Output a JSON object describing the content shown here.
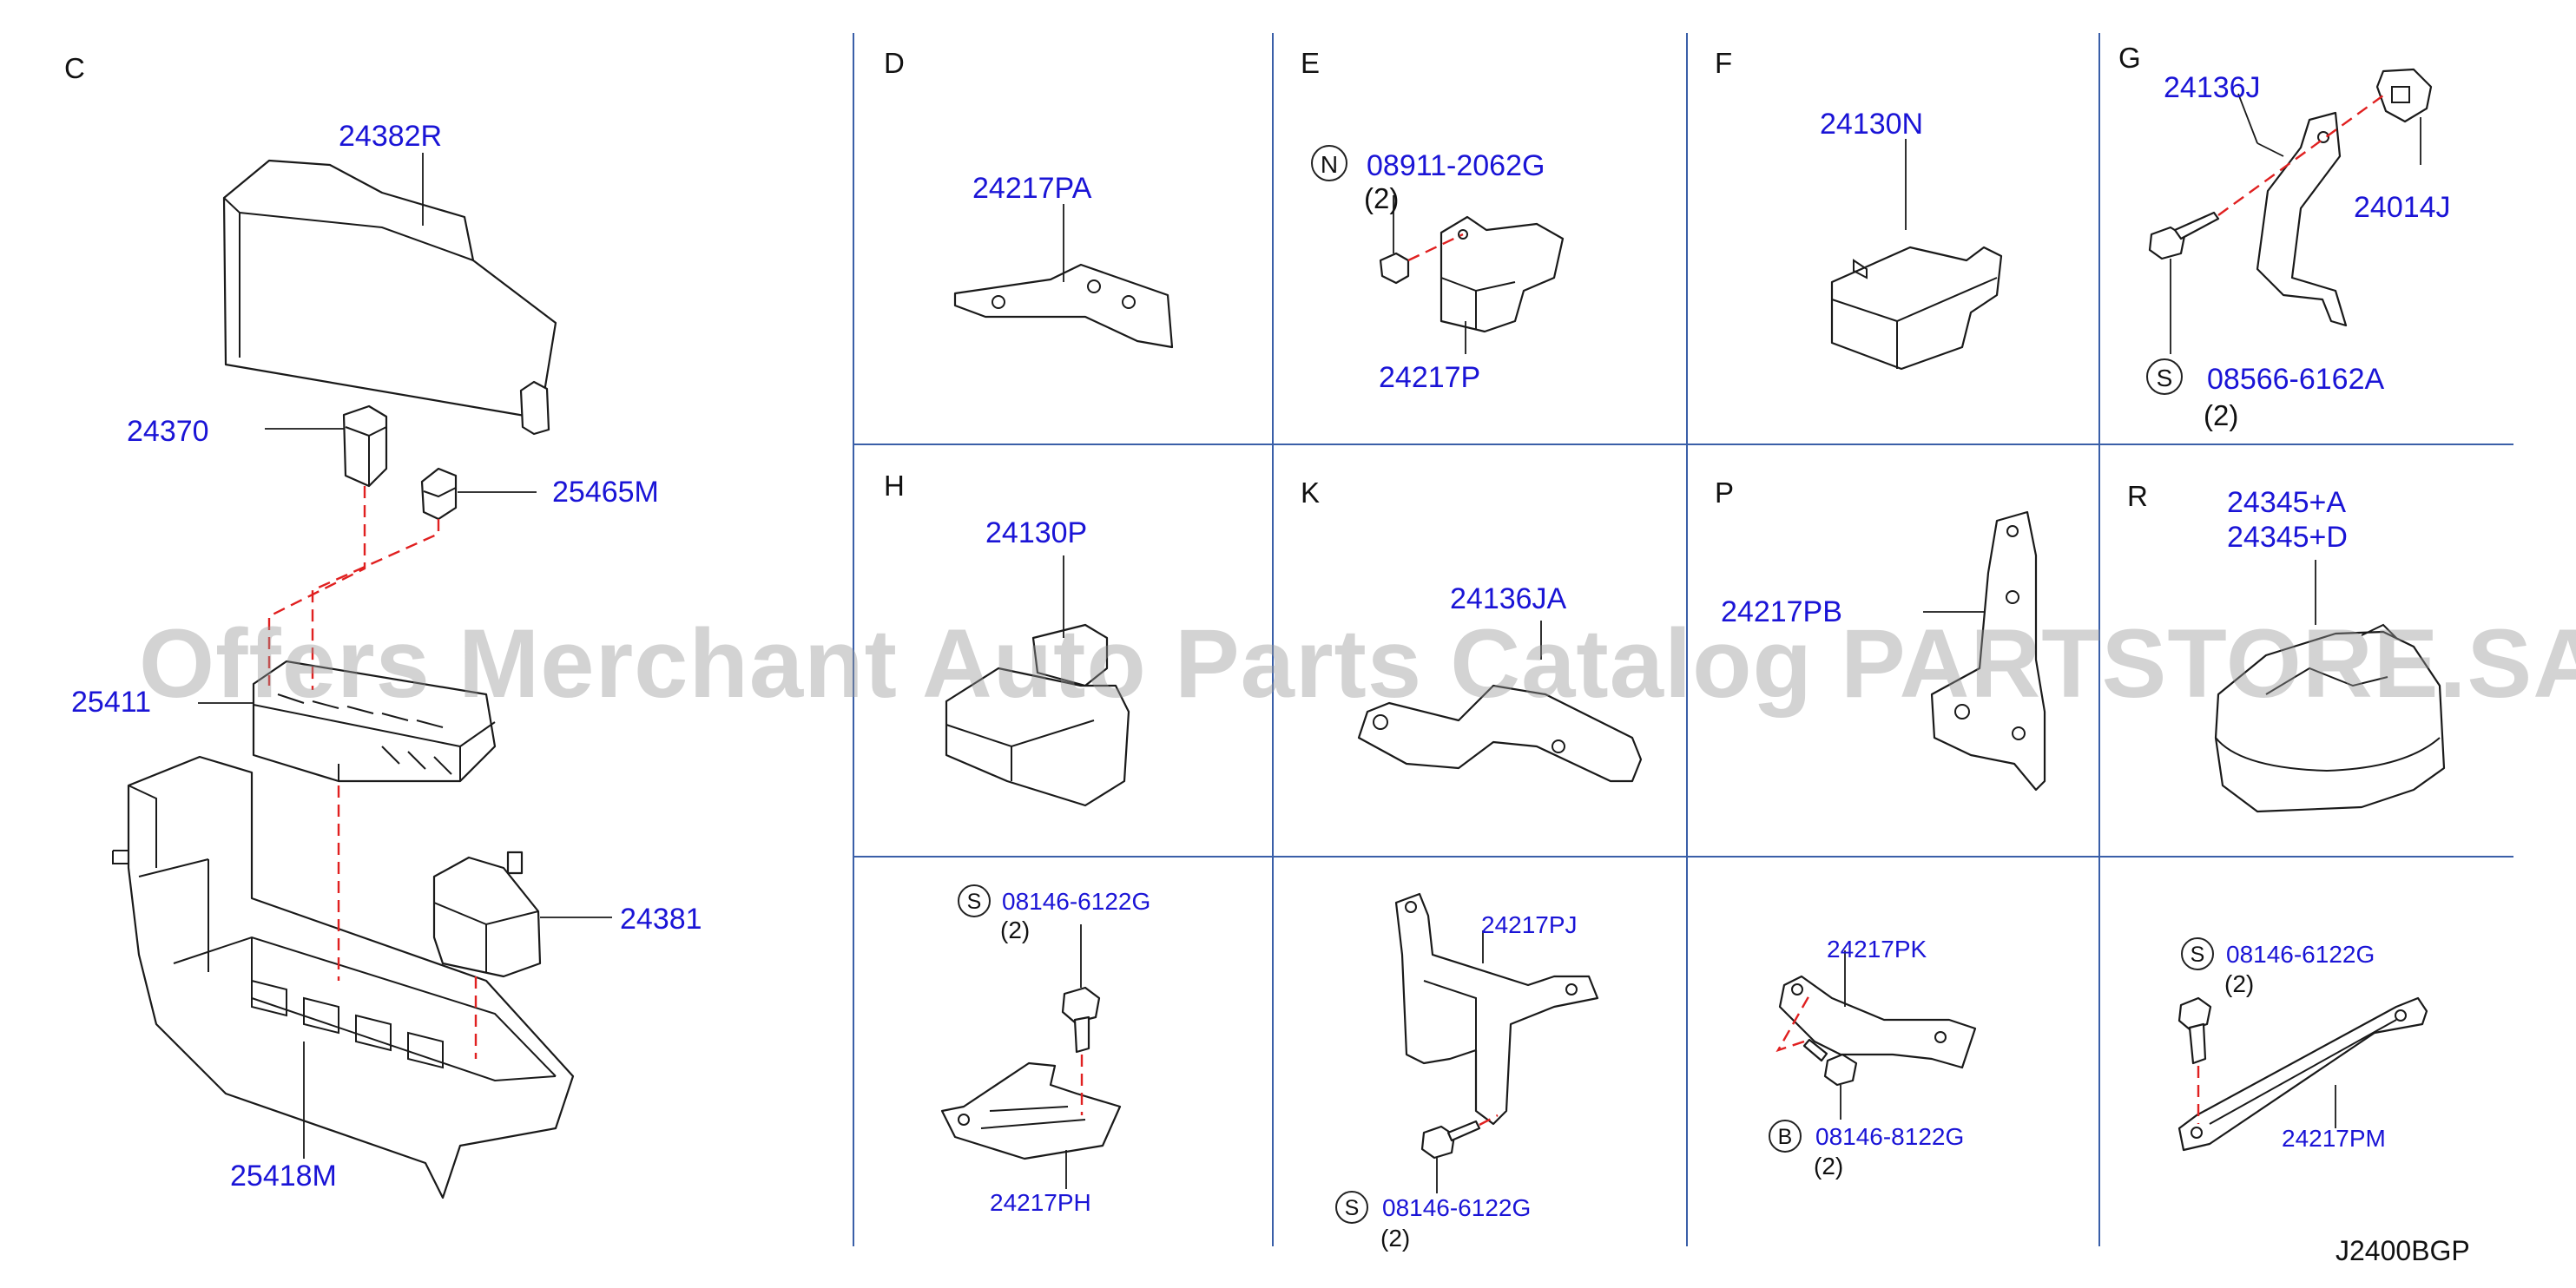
{
  "sections": {
    "C": "C",
    "D": "D",
    "E": "E",
    "F": "F",
    "G": "G",
    "H": "H",
    "K": "K",
    "P": "P",
    "R": "R"
  },
  "parts": {
    "p24382R": "24382R",
    "p24370": "24370",
    "p25465M": "25465M",
    "p25411": "25411",
    "p24381": "24381",
    "p25418M": "25418M",
    "p24217PA": "24217PA",
    "p08911_2062G": "08911-2062G",
    "p24217P": "24217P",
    "p24130N": "24130N",
    "p24136J": "24136J",
    "p24014J": "24014J",
    "p08566_6162A": "08566-6162A",
    "p24130P": "24130P",
    "p24136JA": "24136JA",
    "p24217PB": "24217PB",
    "p24345A": "24345+A",
    "p24345D": "24345+D",
    "p08146_6122G_a": "08146-6122G",
    "p24217PH": "24217PH",
    "p24217PJ": "24217PJ",
    "p08146_6122G_b": "08146-6122G",
    "p24217PK": "24217PK",
    "p08146_8122G": "08146-8122G",
    "p08146_6122G_c": "08146-6122G",
    "p24217PM": "24217PM"
  },
  "qty": {
    "e": "(2)",
    "g": "(2)",
    "row3a": "(2)",
    "row3b": "(2)",
    "row3c": "(2)",
    "row3d": "(2)"
  },
  "markers": {
    "n": "N",
    "s_g": "S",
    "s_a": "S",
    "s_b": "S",
    "b_c": "B",
    "s_d": "S"
  },
  "watermark": "Offers Merchant Auto Parts Catalog PARTSTORE.SA",
  "diagram_code": "J2400BGP",
  "colors": {
    "label_blue": "#1a14d6",
    "grid_line": "#3a5fa8",
    "dash_red": "#e02020"
  }
}
